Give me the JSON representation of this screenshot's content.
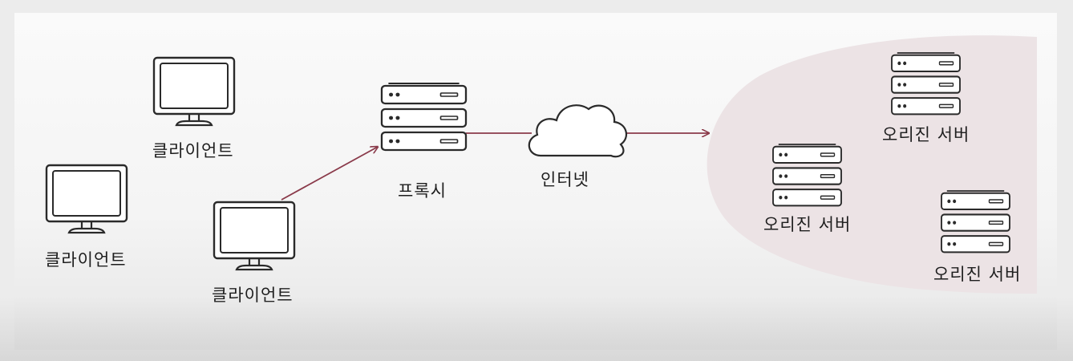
{
  "labels": {
    "client_top": "클라이언트",
    "client_left": "클라이언트",
    "client_bottom": "클라이언트",
    "proxy": "프록시",
    "internet": "인터넷",
    "origin_top": "오리진 서버",
    "origin_mid": "오리진 서버",
    "origin_bottom": "오리진 서버"
  },
  "icons": {
    "client": "monitor-icon",
    "proxy": "server-rack-icon",
    "internet": "cloud-icon",
    "origin": "server-rack-icon"
  },
  "colors": {
    "arrow": "#8a3a4a",
    "origin_region": "#ece3e5",
    "stroke": "#2a2a2a"
  }
}
